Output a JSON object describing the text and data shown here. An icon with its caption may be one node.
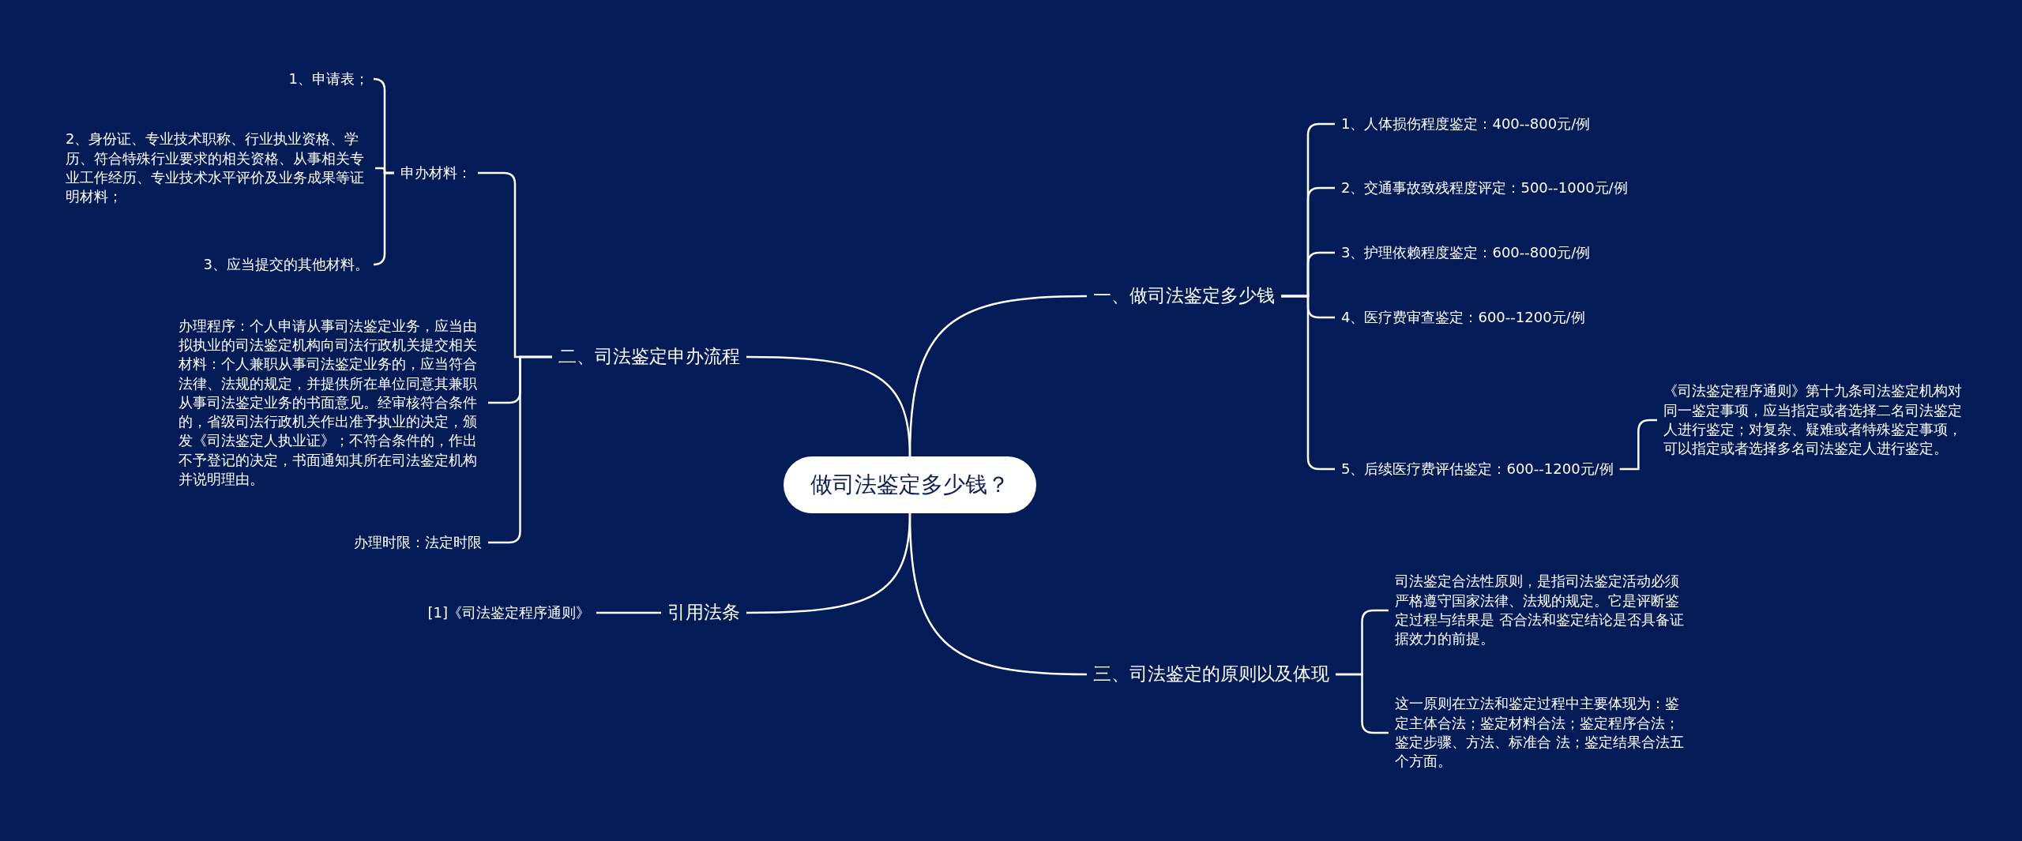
{
  "diagram": {
    "nodes": [
      {
        "text": [
          "做司法鉴定多少钱？"
        ]
      },
      {
        "text": [
          "一、做司法鉴定多少钱"
        ]
      },
      {
        "text": [
          "1、人体损伤程度鉴定：400--800元/例"
        ]
      },
      {
        "text": [
          "2、交通事故致残程度评定：500--1000元/例"
        ]
      },
      {
        "text": [
          "3、护理依赖程度鉴定：600--800元/例"
        ]
      },
      {
        "text": [
          "4、医疗费审查鉴定：600--1200元/例"
        ]
      },
      {
        "text": [
          "5、后续医疗费评估鉴定：600--1200元/例"
        ]
      },
      {
        "text": [
          "《司法鉴定程序通则》第十九条司法鉴定机构对同一鉴定事项，应当指定或者选择二名司法鉴定人进行鉴定；对复杂、疑难或者特殊鉴定事项，可以指定或者选择多名司法鉴定人进行鉴定。"
        ]
      },
      {
        "text": [
          "二、司法鉴定申办流程"
        ]
      },
      {
        "text": [
          "申办材料："
        ]
      },
      {
        "text": [
          "1、申请表；"
        ]
      },
      {
        "text": [
          "2、身份证、专业技术职称、行业执业资格、学历、符合特殊行业要求的相关资格、从事相关专业工作经历、专业技术水平评价及业务成果等证明材料；"
        ]
      },
      {
        "text": [
          "3、应当提交的其他材料。"
        ]
      },
      {
        "text": [
          "办理程序：个人申请从事司法鉴定业务，应当由拟执业的司法鉴定机构向司法行政机关提交相关材料：个人兼职从事司法鉴定业务的，应当符合法律、法规的规定，并提供所在单位同意其兼职从事司法鉴定业务的书面意见。经审核符合条件的，省级司法行政机关作出准予执业的决定，颁发《司法鉴定人执业证》；不符合条件的，作出不予登记的决定，书面通知其所在司法鉴定机构并说明理由。"
        ]
      },
      {
        "text": [
          "办理时限：法定时限"
        ]
      },
      {
        "text": [
          "引用法条"
        ]
      },
      {
        "text": [
          "[1]《司法鉴定程序通则》"
        ]
      },
      {
        "text": [
          "三、司法鉴定的原则以及体现"
        ]
      },
      {
        "text": [
          "司法鉴定合法性原则，是指司法鉴定活动必须严格遵守国家法律、法规的规定。它是评断鉴定过程与结果是 否合法和鉴定结论是否具备证据效力的前提。"
        ]
      },
      {
        "text": [
          "这一原则在立法和鉴定过程中主要体现为：鉴定主体合法；鉴定材料合法；鉴定程序合法；鉴定步骤、方法、标准合 法；鉴定结果合法五个方面。"
        ]
      }
    ],
    "edges": [
      {
        "from": 0,
        "to": 1,
        "arrow": "none"
      },
      {
        "from": 1,
        "to": 2,
        "arrow": "none"
      },
      {
        "from": 1,
        "to": 3,
        "arrow": "none"
      },
      {
        "from": 1,
        "to": 4,
        "arrow": "none"
      },
      {
        "from": 1,
        "to": 5,
        "arrow": "none"
      },
      {
        "from": 1,
        "to": 6,
        "arrow": "none"
      },
      {
        "from": 6,
        "to": 7,
        "arrow": "none"
      },
      {
        "from": 0,
        "to": 8,
        "arrow": "none"
      },
      {
        "from": 8,
        "to": 9,
        "arrow": "none"
      },
      {
        "from": 9,
        "to": 10,
        "arrow": "none"
      },
      {
        "from": 9,
        "to": 11,
        "arrow": "none"
      },
      {
        "from": 9,
        "to": 12,
        "arrow": "none"
      },
      {
        "from": 8,
        "to": 13,
        "arrow": "none"
      },
      {
        "from": 8,
        "to": 14,
        "arrow": "none"
      },
      {
        "from": 0,
        "to": 15,
        "arrow": "none"
      },
      {
        "from": 15,
        "to": 16,
        "arrow": "none"
      },
      {
        "from": 0,
        "to": 17,
        "arrow": "none"
      },
      {
        "from": 17,
        "to": 18,
        "arrow": "none"
      },
      {
        "from": 17,
        "to": 19,
        "arrow": "none"
      }
    ]
  }
}
